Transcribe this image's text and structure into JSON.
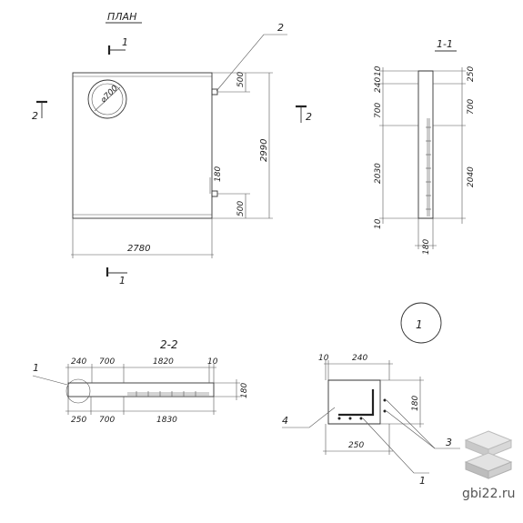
{
  "plan": {
    "title": "ПЛАН",
    "section_1": "1",
    "section_2": "2",
    "diameter": "⌀700",
    "dim_top_500": "500",
    "dim_180": "180",
    "dim_bottom_500": "500",
    "dim_2990": "2990",
    "dim_2780": "2780",
    "leader_2": "2"
  },
  "section_1_1": {
    "title": "1-1",
    "left_dims": [
      "10",
      "240",
      "700",
      "2030",
      "10"
    ],
    "right_dims": [
      "250",
      "700",
      "2040"
    ],
    "bottom_dim": "180"
  },
  "section_2_2": {
    "title": "2-2",
    "top_dims": [
      "240",
      "700",
      "1820",
      "10"
    ],
    "bottom_dims": [
      "250",
      "700",
      "1830"
    ],
    "height_dim": "180",
    "callout": "1"
  },
  "detail_1": {
    "circle_label": "1",
    "top_dims": [
      "10",
      "240"
    ],
    "height_dim": "180",
    "bottom_dim": "250",
    "leader_4": "4",
    "leader_3": "3",
    "leader_1": "1"
  },
  "watermark": "gbi22.ru"
}
